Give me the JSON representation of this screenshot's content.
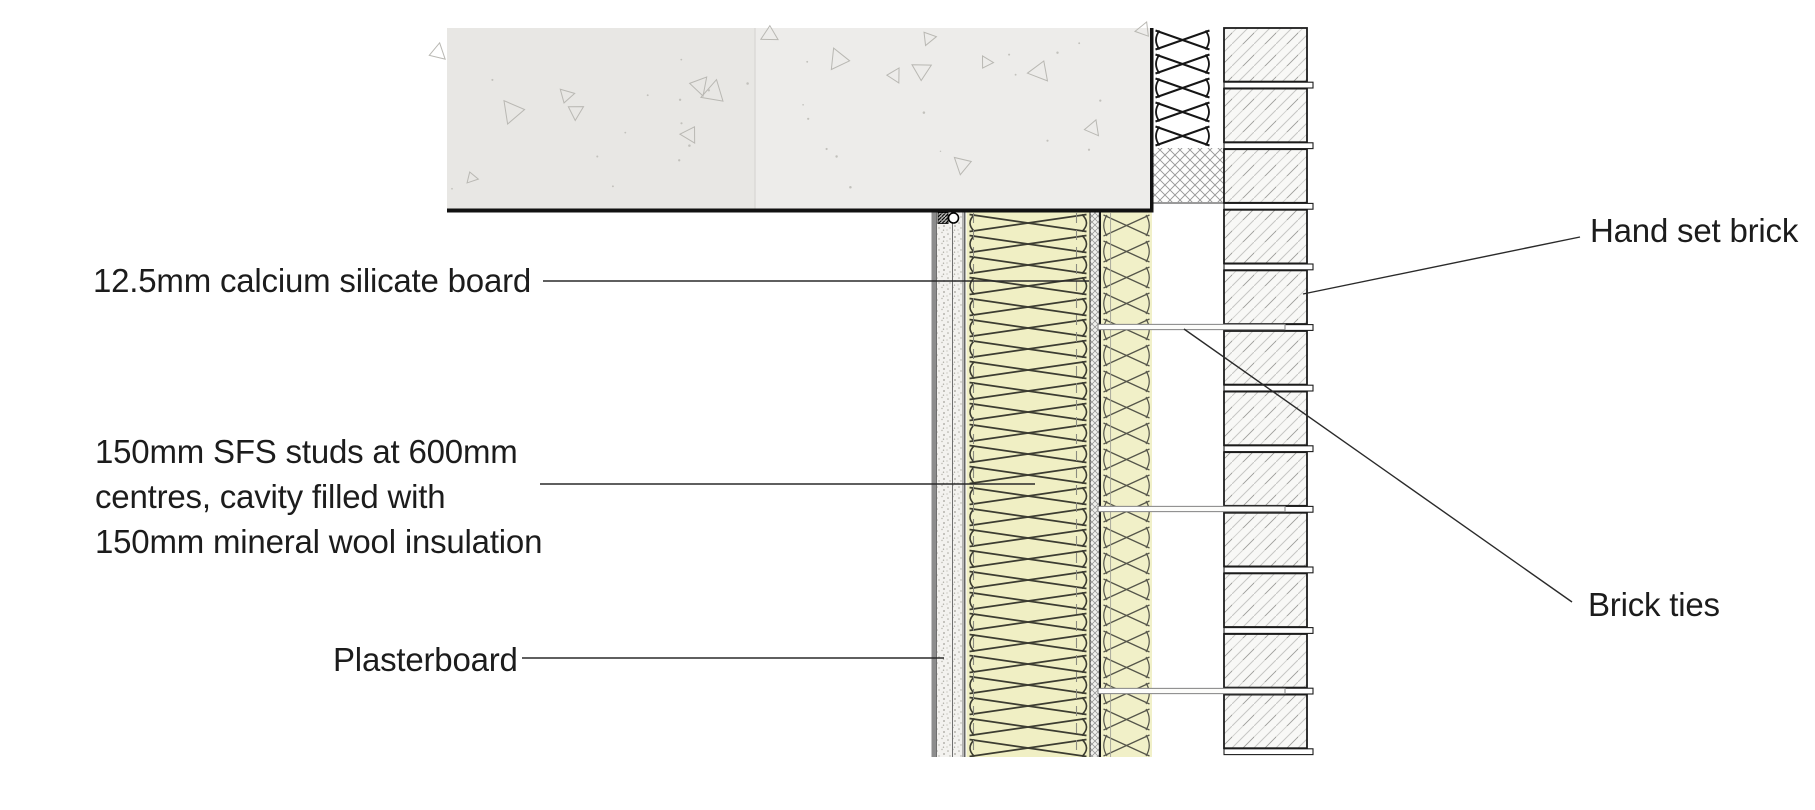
{
  "diagram": {
    "labels": {
      "calcium_silicate_board": "12.5mm calcium silicate board",
      "sfs_studs_line1": "150mm SFS studs at 600mm",
      "sfs_studs_line2": "centres, cavity filled with",
      "sfs_studs_line3": "150mm mineral wool insulation",
      "plasterboard": "Plasterboard",
      "hand_set_brick": "Hand set brick",
      "brick_ties": "Brick ties"
    },
    "colors": {
      "background": "#ffffff",
      "concrete_left": "#e8e7e4",
      "concrete_right": "#edecea",
      "insulation_inner": "#f0efc4",
      "insulation_outer": "#f1f0c8",
      "line": "#2a2a2a"
    }
  }
}
